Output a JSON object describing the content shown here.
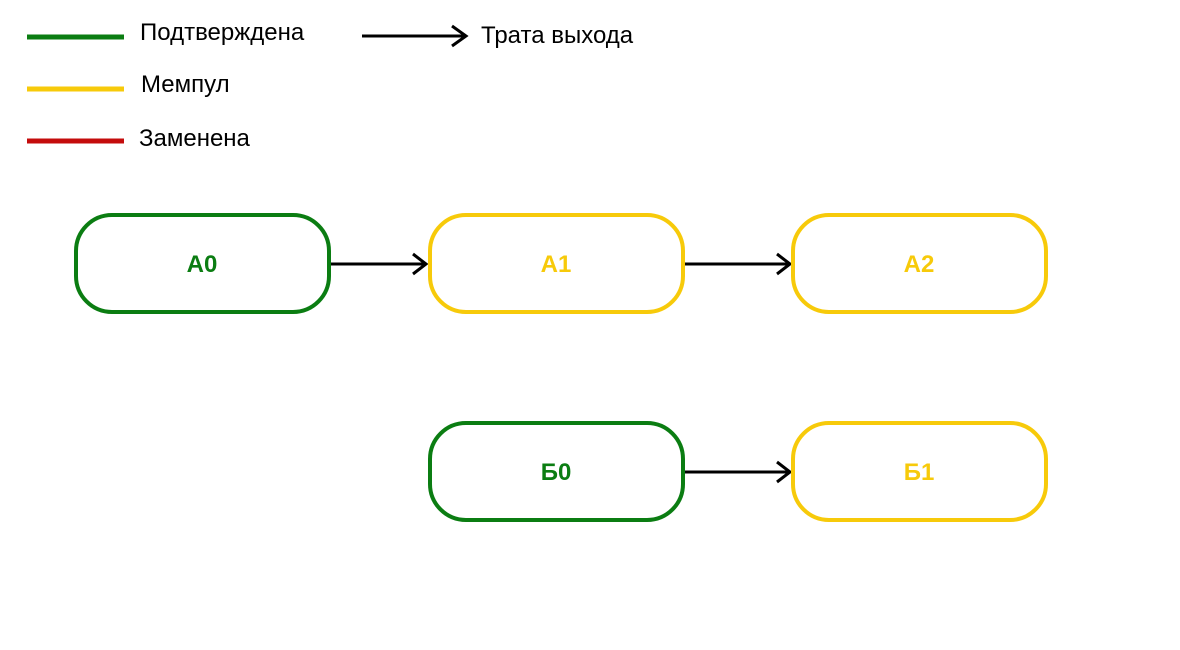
{
  "colors": {
    "confirmed": "#0b7d12",
    "mempool": "#f7ca0a",
    "replaced": "#c40c0c",
    "arrow": "#000000",
    "background": "#ffffff"
  },
  "legend": {
    "confirmed_label": "Подтверждена",
    "mempool_label": "Мемпул",
    "replaced_label": "Заменена",
    "spend_label": "Трата выхода"
  },
  "nodes": [
    {
      "id": "a0",
      "label": "А0",
      "status": "confirmed"
    },
    {
      "id": "a1",
      "label": "А1",
      "status": "mempool"
    },
    {
      "id": "a2",
      "label": "А2",
      "status": "mempool"
    },
    {
      "id": "b0",
      "label": "Б0",
      "status": "confirmed"
    },
    {
      "id": "b1",
      "label": "Б1",
      "status": "mempool"
    }
  ],
  "edges": [
    {
      "from": "a0",
      "to": "a1"
    },
    {
      "from": "a1",
      "to": "a2"
    },
    {
      "from": "b0",
      "to": "b1"
    }
  ]
}
